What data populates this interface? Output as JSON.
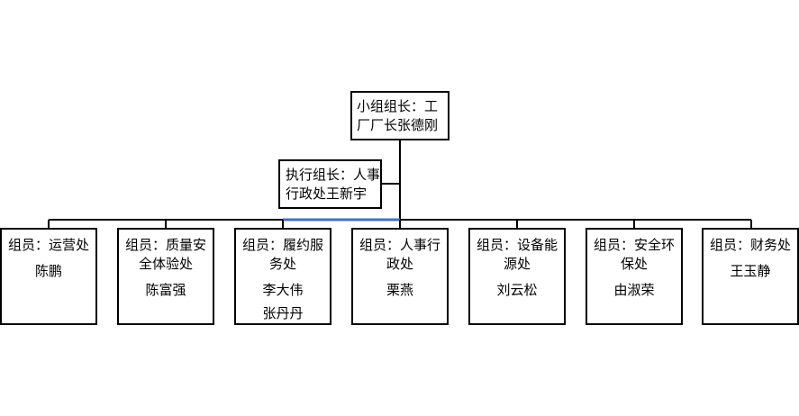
{
  "leader": {
    "lines": [
      "小组组长：工",
      "厂厂长张德刚"
    ]
  },
  "executive": {
    "lines": [
      "执行组长：人事",
      "行政处王新宇"
    ]
  },
  "members": [
    {
      "title": [
        "组员：运营处"
      ],
      "names": [
        "陈鹏"
      ]
    },
    {
      "title": [
        "组员：质量安",
        "全体验处"
      ],
      "names": [
        "陈富强"
      ]
    },
    {
      "title": [
        "组员：履约服",
        "务处"
      ],
      "names": [
        "李大伟",
        "张丹丹"
      ]
    },
    {
      "title": [
        "组员：人事行",
        "政处"
      ],
      "names": [
        "栗燕"
      ]
    },
    {
      "title": [
        "组员：设备能",
        "源处"
      ],
      "names": [
        "刘云松"
      ]
    },
    {
      "title": [
        "组员：安全环",
        "保处"
      ],
      "names": [
        "由淑荣"
      ]
    },
    {
      "title": [
        "组员：财务处"
      ],
      "names": [
        "王玉静"
      ]
    }
  ],
  "colors": {
    "line": "#000000",
    "highlight": "#4472c4"
  }
}
